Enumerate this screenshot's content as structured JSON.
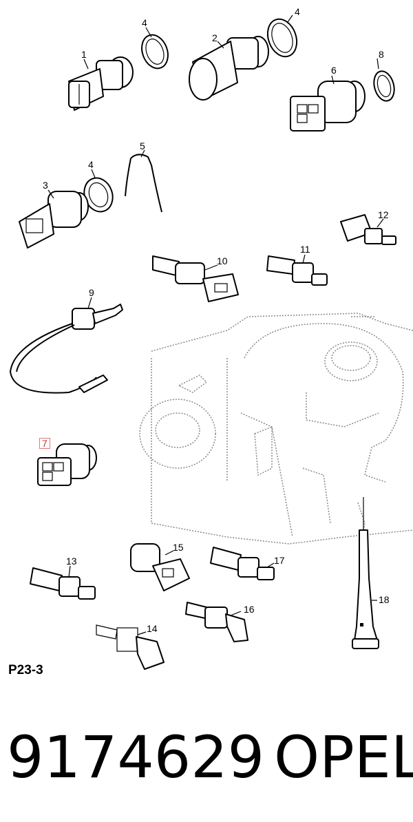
{
  "diagram": {
    "callouts": [
      {
        "id": "1",
        "text": "1"
      },
      {
        "id": "2",
        "text": "2"
      },
      {
        "id": "3",
        "text": "3"
      },
      {
        "id": "4a",
        "text": "4"
      },
      {
        "id": "4b",
        "text": "4"
      },
      {
        "id": "4c",
        "text": "4"
      },
      {
        "id": "5",
        "text": "5"
      },
      {
        "id": "6",
        "text": "6"
      },
      {
        "id": "7",
        "text": "7"
      },
      {
        "id": "8",
        "text": "8"
      },
      {
        "id": "9",
        "text": "9"
      },
      {
        "id": "10",
        "text": "10"
      },
      {
        "id": "11",
        "text": "11"
      },
      {
        "id": "12",
        "text": "12"
      },
      {
        "id": "13",
        "text": "13"
      },
      {
        "id": "14",
        "text": "14"
      },
      {
        "id": "15",
        "text": "15"
      },
      {
        "id": "16",
        "text": "16"
      },
      {
        "id": "17",
        "text": "17"
      },
      {
        "id": "18",
        "text": "18"
      }
    ],
    "highlighted_callout": "7",
    "highlight_color": "#e07a7a",
    "page_code": "P23-3"
  },
  "footer": {
    "part_number": "9174629",
    "brand": "OPEL"
  }
}
